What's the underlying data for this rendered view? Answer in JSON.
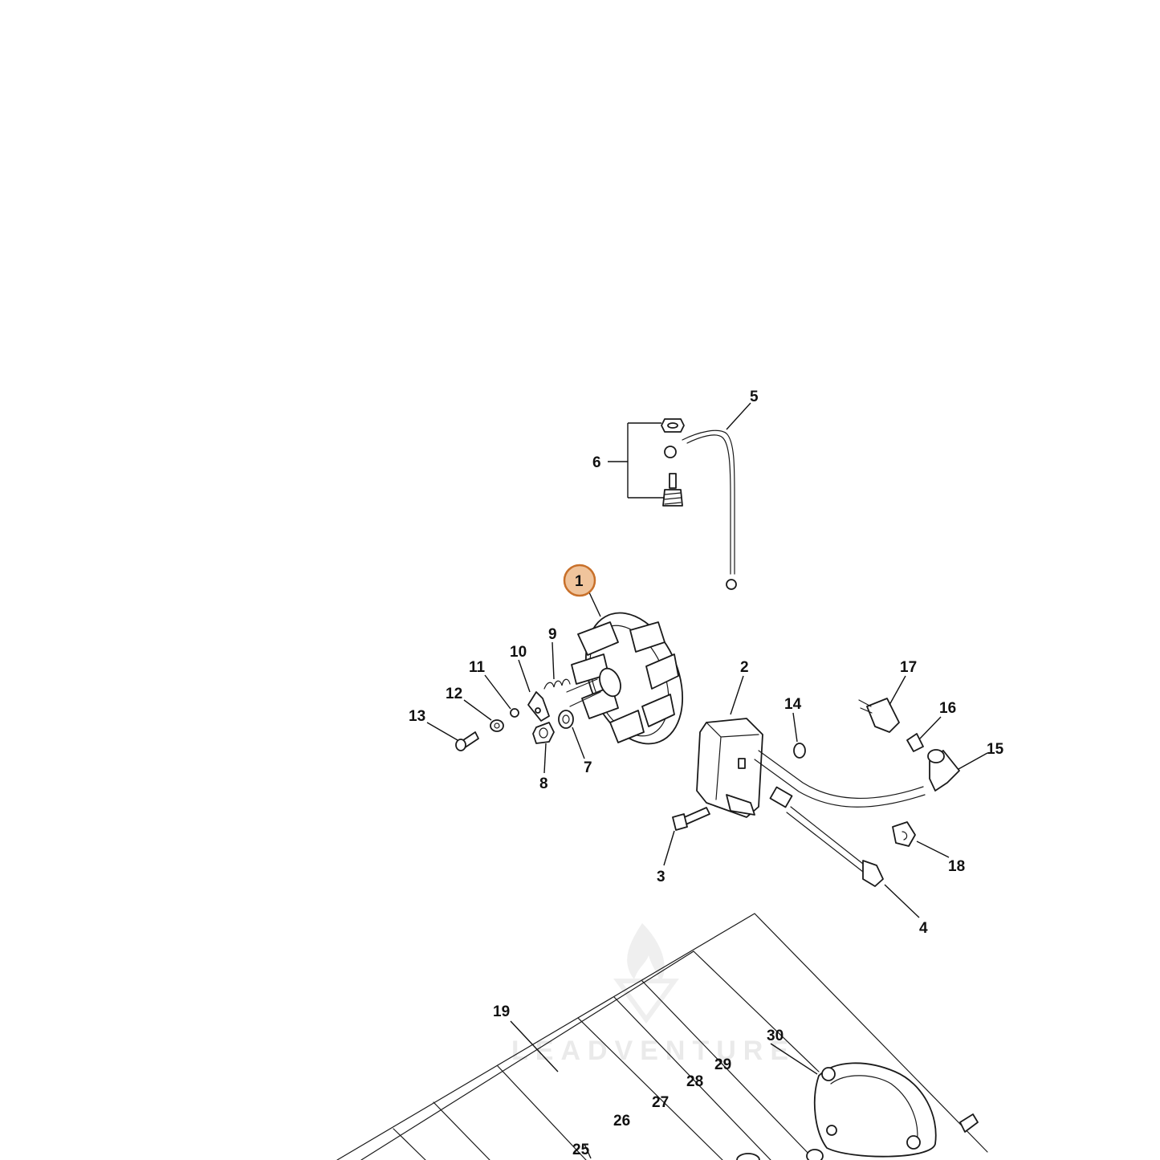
{
  "diagram": {
    "highlighted_part": "1",
    "highlight_color": "#f0c49c",
    "highlight_border": "#c8702a",
    "watermark": "LEADVENTURE",
    "callouts": [
      {
        "id": "1"
      },
      {
        "id": "2"
      },
      {
        "id": "3"
      },
      {
        "id": "4"
      },
      {
        "id": "5"
      },
      {
        "id": "6"
      },
      {
        "id": "7"
      },
      {
        "id": "8"
      },
      {
        "id": "9"
      },
      {
        "id": "10"
      },
      {
        "id": "11"
      },
      {
        "id": "12"
      },
      {
        "id": "13"
      },
      {
        "id": "14"
      },
      {
        "id": "15"
      },
      {
        "id": "16"
      },
      {
        "id": "17"
      },
      {
        "id": "18"
      },
      {
        "id": "19"
      },
      {
        "id": "25"
      },
      {
        "id": "26"
      },
      {
        "id": "27"
      },
      {
        "id": "28"
      },
      {
        "id": "29"
      },
      {
        "id": "30"
      }
    ]
  }
}
